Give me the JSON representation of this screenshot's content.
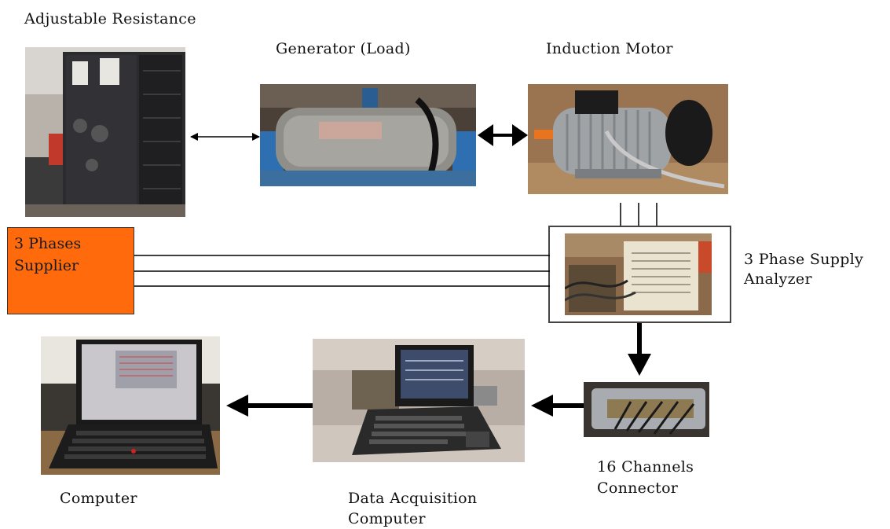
{
  "colors": {
    "supplier_fill": "#ff6a0d",
    "line": "#000000"
  },
  "labels": {
    "adjustable_resistance": "Adjustable Resistance",
    "generator": "Generator (Load)",
    "induction_motor": "Induction Motor",
    "supplier": "3 Phases\nSupplier",
    "analyzer_line1": "3 Phase Supply",
    "analyzer_line2": "Analyzer",
    "connector_line1": "16 Channels",
    "connector_line2": "Connector",
    "computer": "Computer",
    "daq_line1": "Data Acquisition",
    "daq_line2": "Computer"
  },
  "photos": {
    "adjustable_resistance": "adjustable-resistance-cabinet-photo",
    "generator": "generator-photo",
    "induction_motor": "induction-motor-photo",
    "analyzer": "supply-analyzer-photo",
    "connector": "channel-connector-photo",
    "daq": "daq-laptop-photo",
    "computer": "laptop-photo"
  }
}
